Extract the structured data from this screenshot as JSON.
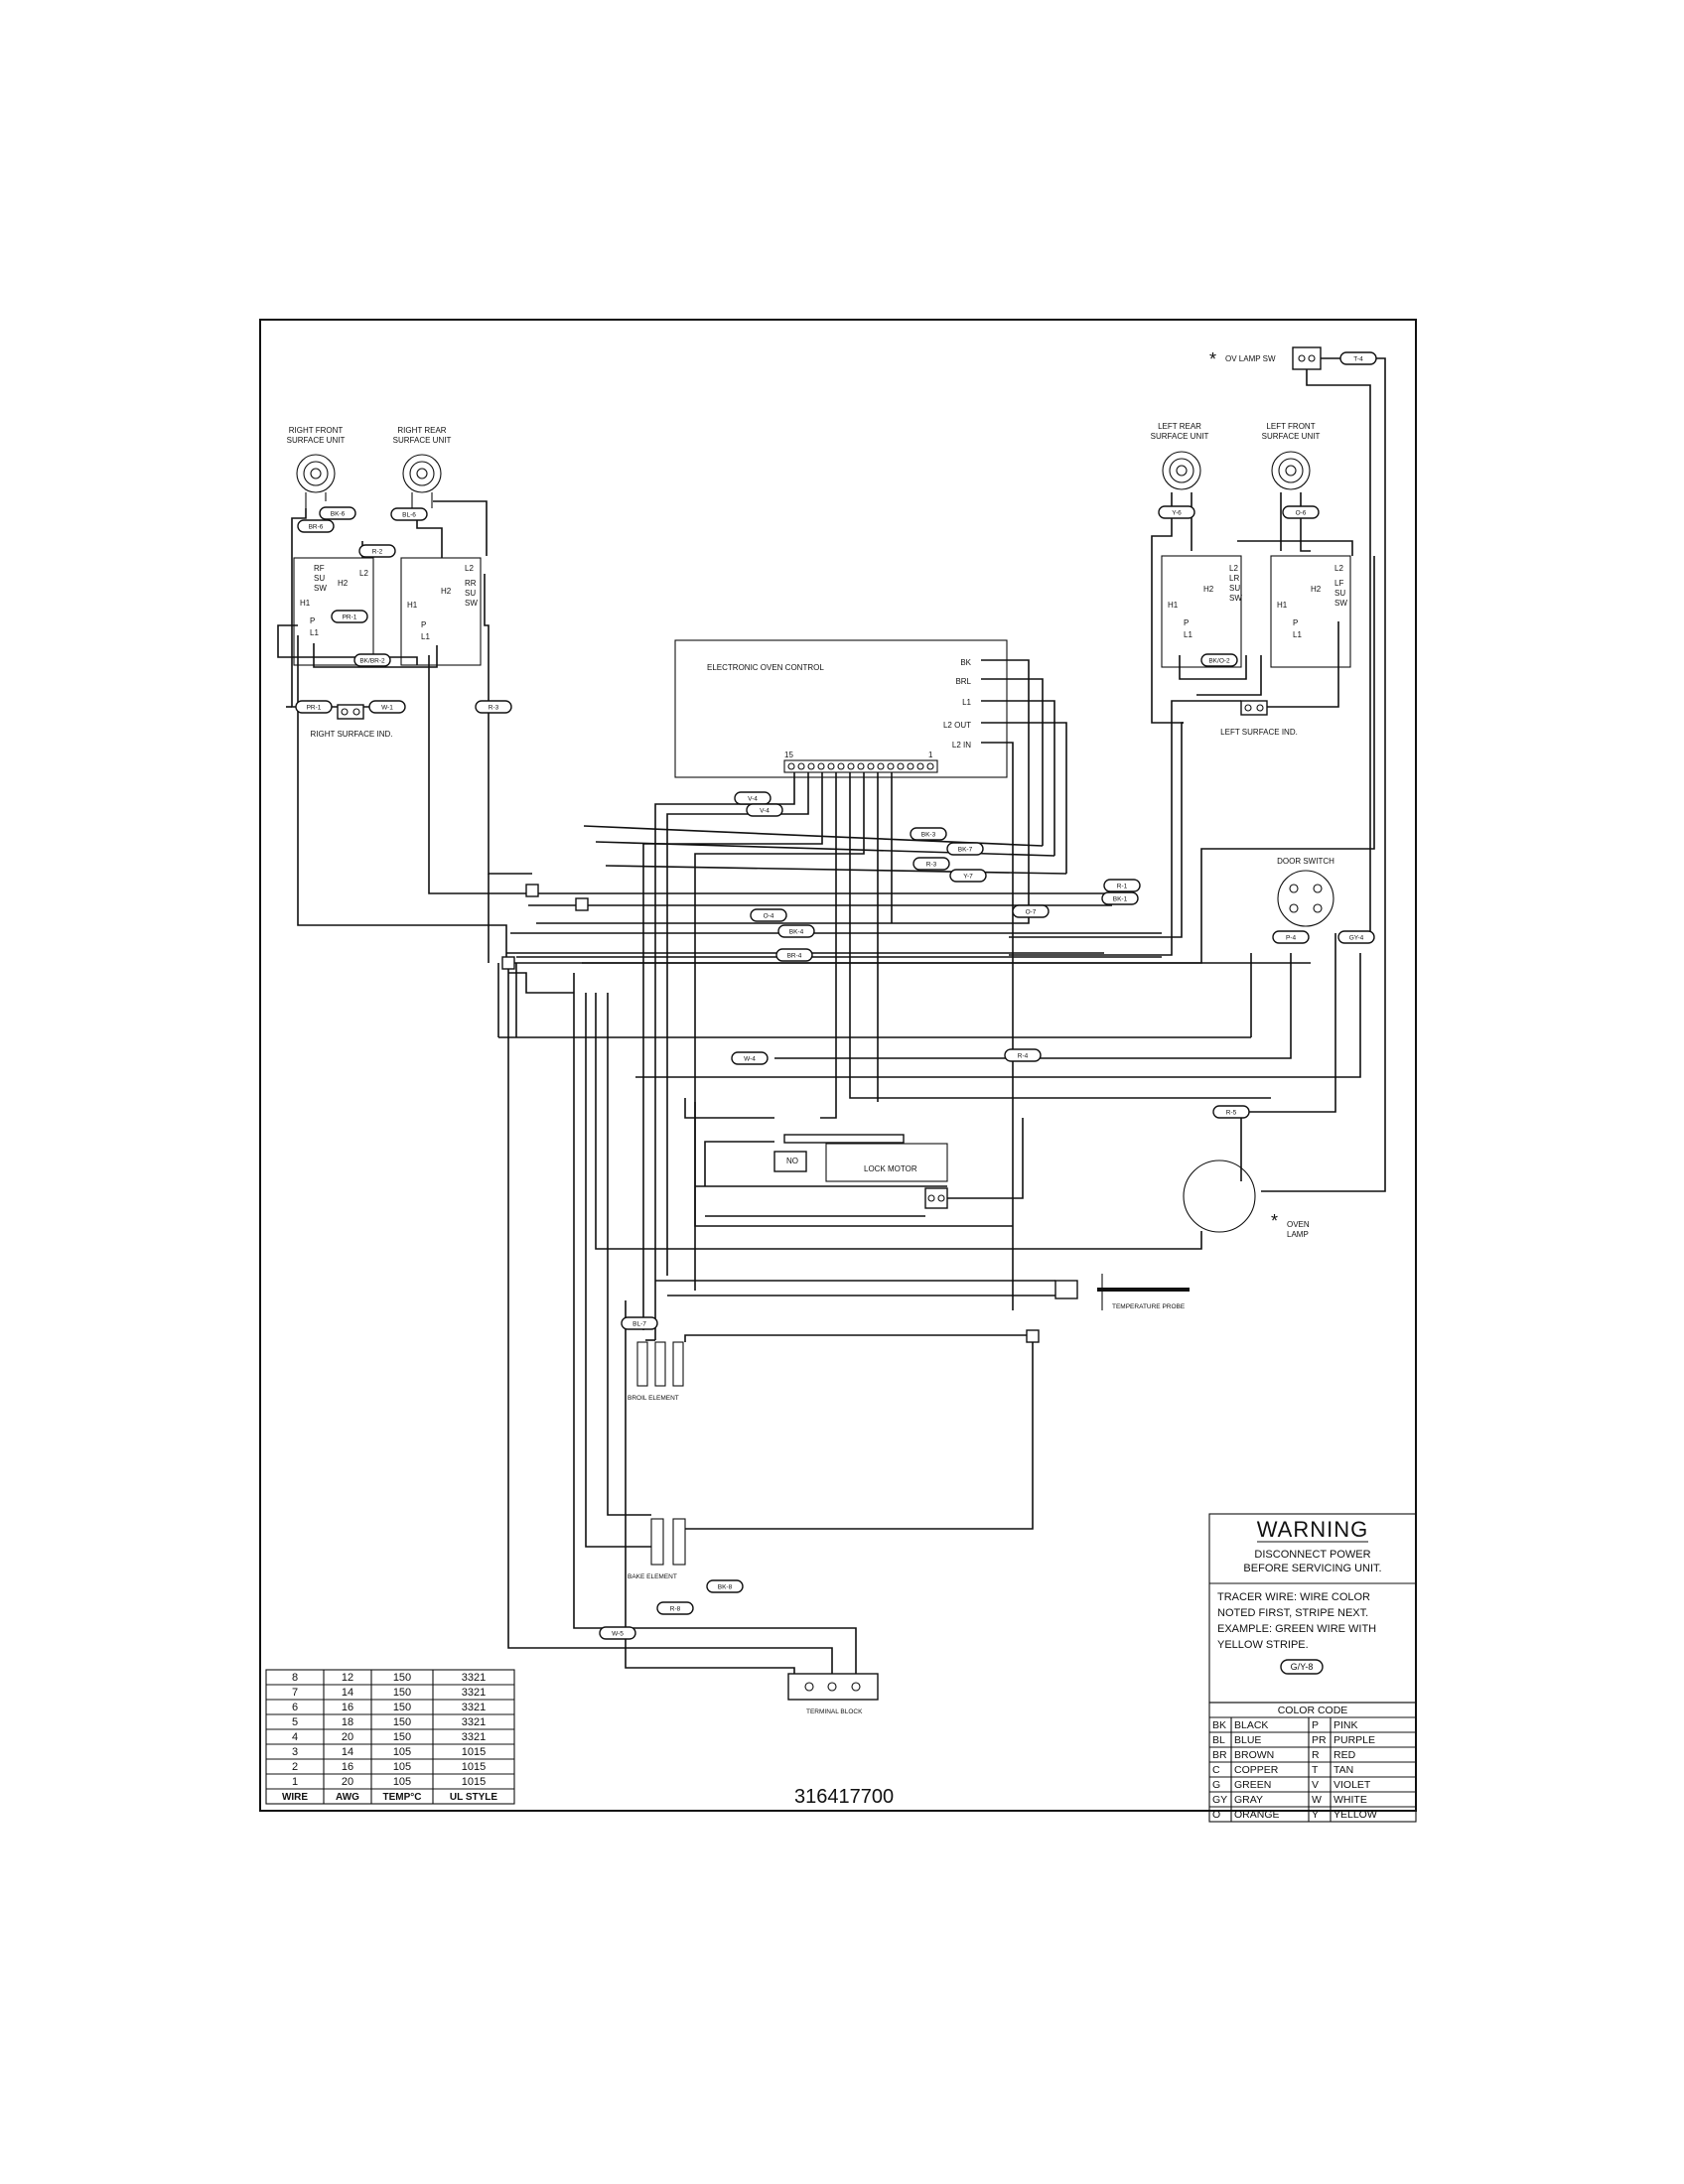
{
  "components": {
    "right_front_surface_unit": "RIGHT FRONT SURFACE UNIT",
    "right_rear_surface_unit": "RIGHT REAR SURFACE UNIT",
    "left_rear_surface_unit": "LEFT REAR SURFACE UNIT",
    "left_front_surface_unit": "LEFT FRONT SURFACE UNIT",
    "rf_switch": [
      "RF",
      "SU",
      "SW"
    ],
    "rr_switch": [
      "RR",
      "SU",
      "SW"
    ],
    "lr_switch": [
      "LR",
      "SU",
      "SW"
    ],
    "lf_switch": [
      "LF",
      "SU",
      "SW"
    ],
    "right_surface_ind": "RIGHT SURFACE IND.",
    "left_surface_ind": "LEFT SURFACE IND.",
    "electronic_oven_control": "ELECTRONIC OVEN CONTROL",
    "eoc_terminals": [
      "BK",
      "BRL",
      "L1",
      "L2 OUT",
      "L2 IN"
    ],
    "eoc_pin_first": "15",
    "eoc_pin_last": "1",
    "ov_lamp_sw": "OV LAMP SW",
    "door_switch": "DOOR SWITCH",
    "lock_motor": "LOCK MOTOR",
    "no": "NO",
    "oven_lamp": "OVEN LAMP",
    "temperature_probe": "TEMPERATURE PROBE",
    "broil_element": "BROIL ELEMENT",
    "bake_element": "BAKE ELEMENT",
    "terminal_block": "TERMINAL BLOCK",
    "asterisk": "*"
  },
  "terminals": {
    "h1": "H1",
    "h2": "H2",
    "l1": "L1",
    "l2": "L2",
    "p": "P"
  },
  "wire_tags": {
    "br6": "BR-6",
    "bl6": "BL-6",
    "r2": "R-2",
    "pr1": "PR-1",
    "bkbr2": "BK/BR-2",
    "bk6": "BK-6",
    "pr1b": "PR-1",
    "w1": "W-1",
    "r3": "R-3",
    "y6": "Y-6",
    "o6": "O-6",
    "bko2": "BK/O-2",
    "t4": "T-4",
    "v4": "V-4",
    "v4b": "V-4",
    "bk3": "BK-3",
    "bk7": "BK-7",
    "r1": "R-1",
    "r3b": "R-3",
    "y7": "Y-7",
    "bk1": "BK-1",
    "o4": "O-4",
    "p4": "P-4",
    "bk4": "BK-4",
    "gy4": "GY-4",
    "br4": "BR-4",
    "w4": "W-4",
    "r4": "R-4",
    "o7": "O-7",
    "bk8": "BK-8",
    "r8": "R-8",
    "w5": "W-5",
    "bl7": "BL-7",
    "r5": "R-5"
  },
  "wire_table": {
    "headers": [
      "WIRE",
      "AWG",
      "TEMP°C",
      "UL STYLE"
    ],
    "rows": [
      [
        "8",
        "12",
        "150",
        "3321"
      ],
      [
        "7",
        "14",
        "150",
        "3321"
      ],
      [
        "6",
        "16",
        "150",
        "3321"
      ],
      [
        "5",
        "18",
        "150",
        "3321"
      ],
      [
        "4",
        "20",
        "150",
        "3321"
      ],
      [
        "3",
        "14",
        "105",
        "1015"
      ],
      [
        "2",
        "16",
        "105",
        "1015"
      ],
      [
        "1",
        "20",
        "105",
        "1015"
      ]
    ]
  },
  "part_number": "316417700",
  "warning": {
    "title": "WARNING",
    "line1": "DISCONNECT POWER",
    "line2": "BEFORE SERVICING UNIT.",
    "tracer": [
      "TRACER WIRE:  WIRE COLOR",
      "NOTED FIRST, STRIPE NEXT.",
      "EXAMPLE:  GREEN WIRE WITH",
      "YELLOW STRIPE."
    ],
    "example_tag": "G/Y-8"
  },
  "color_code": {
    "title": "COLOR CODE",
    "rows": [
      [
        "BK",
        "BLACK",
        "P",
        "PINK"
      ],
      [
        "BL",
        "BLUE",
        "PR",
        "PURPLE"
      ],
      [
        "BR",
        "BROWN",
        "R",
        "RED"
      ],
      [
        "C",
        "COPPER",
        "T",
        "TAN"
      ],
      [
        "G",
        "GREEN",
        "V",
        "VIOLET"
      ],
      [
        "GY",
        "GRAY",
        "W",
        "WHITE"
      ],
      [
        "O",
        "ORANGE",
        "Y",
        "YELLOW"
      ]
    ]
  }
}
